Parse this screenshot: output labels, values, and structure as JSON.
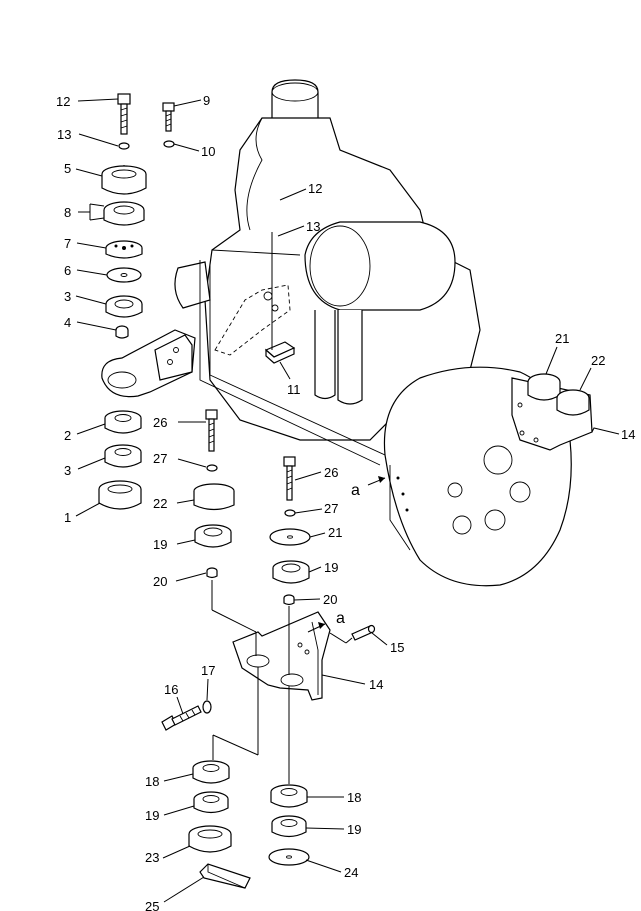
{
  "callouts": {
    "p1": "1",
    "p2": "2",
    "p3a": "3",
    "p3b": "3",
    "p4": "4",
    "p5": "5",
    "p6": "6",
    "p7": "7",
    "p8": "8",
    "p9": "9",
    "p10": "10",
    "p11": "11",
    "p12a": "12",
    "p12b": "12",
    "p13a": "13",
    "p13b": "13",
    "p14a": "14",
    "p14b": "14",
    "p15": "15",
    "p16": "16",
    "p17": "17",
    "p18a": "18",
    "p18b": "18",
    "p19a": "19",
    "p19b": "19",
    "p19c": "19",
    "p19d": "19",
    "p20a": "20",
    "p20b": "20",
    "p21a": "21",
    "p21b": "21",
    "p22a": "22",
    "p22b": "22",
    "p23": "23",
    "p24": "24",
    "p25": "25",
    "p26a": "26",
    "p26b": "26",
    "p27a": "27",
    "p27b": "27"
  },
  "refs": {
    "a1": "a",
    "a2": "a"
  }
}
